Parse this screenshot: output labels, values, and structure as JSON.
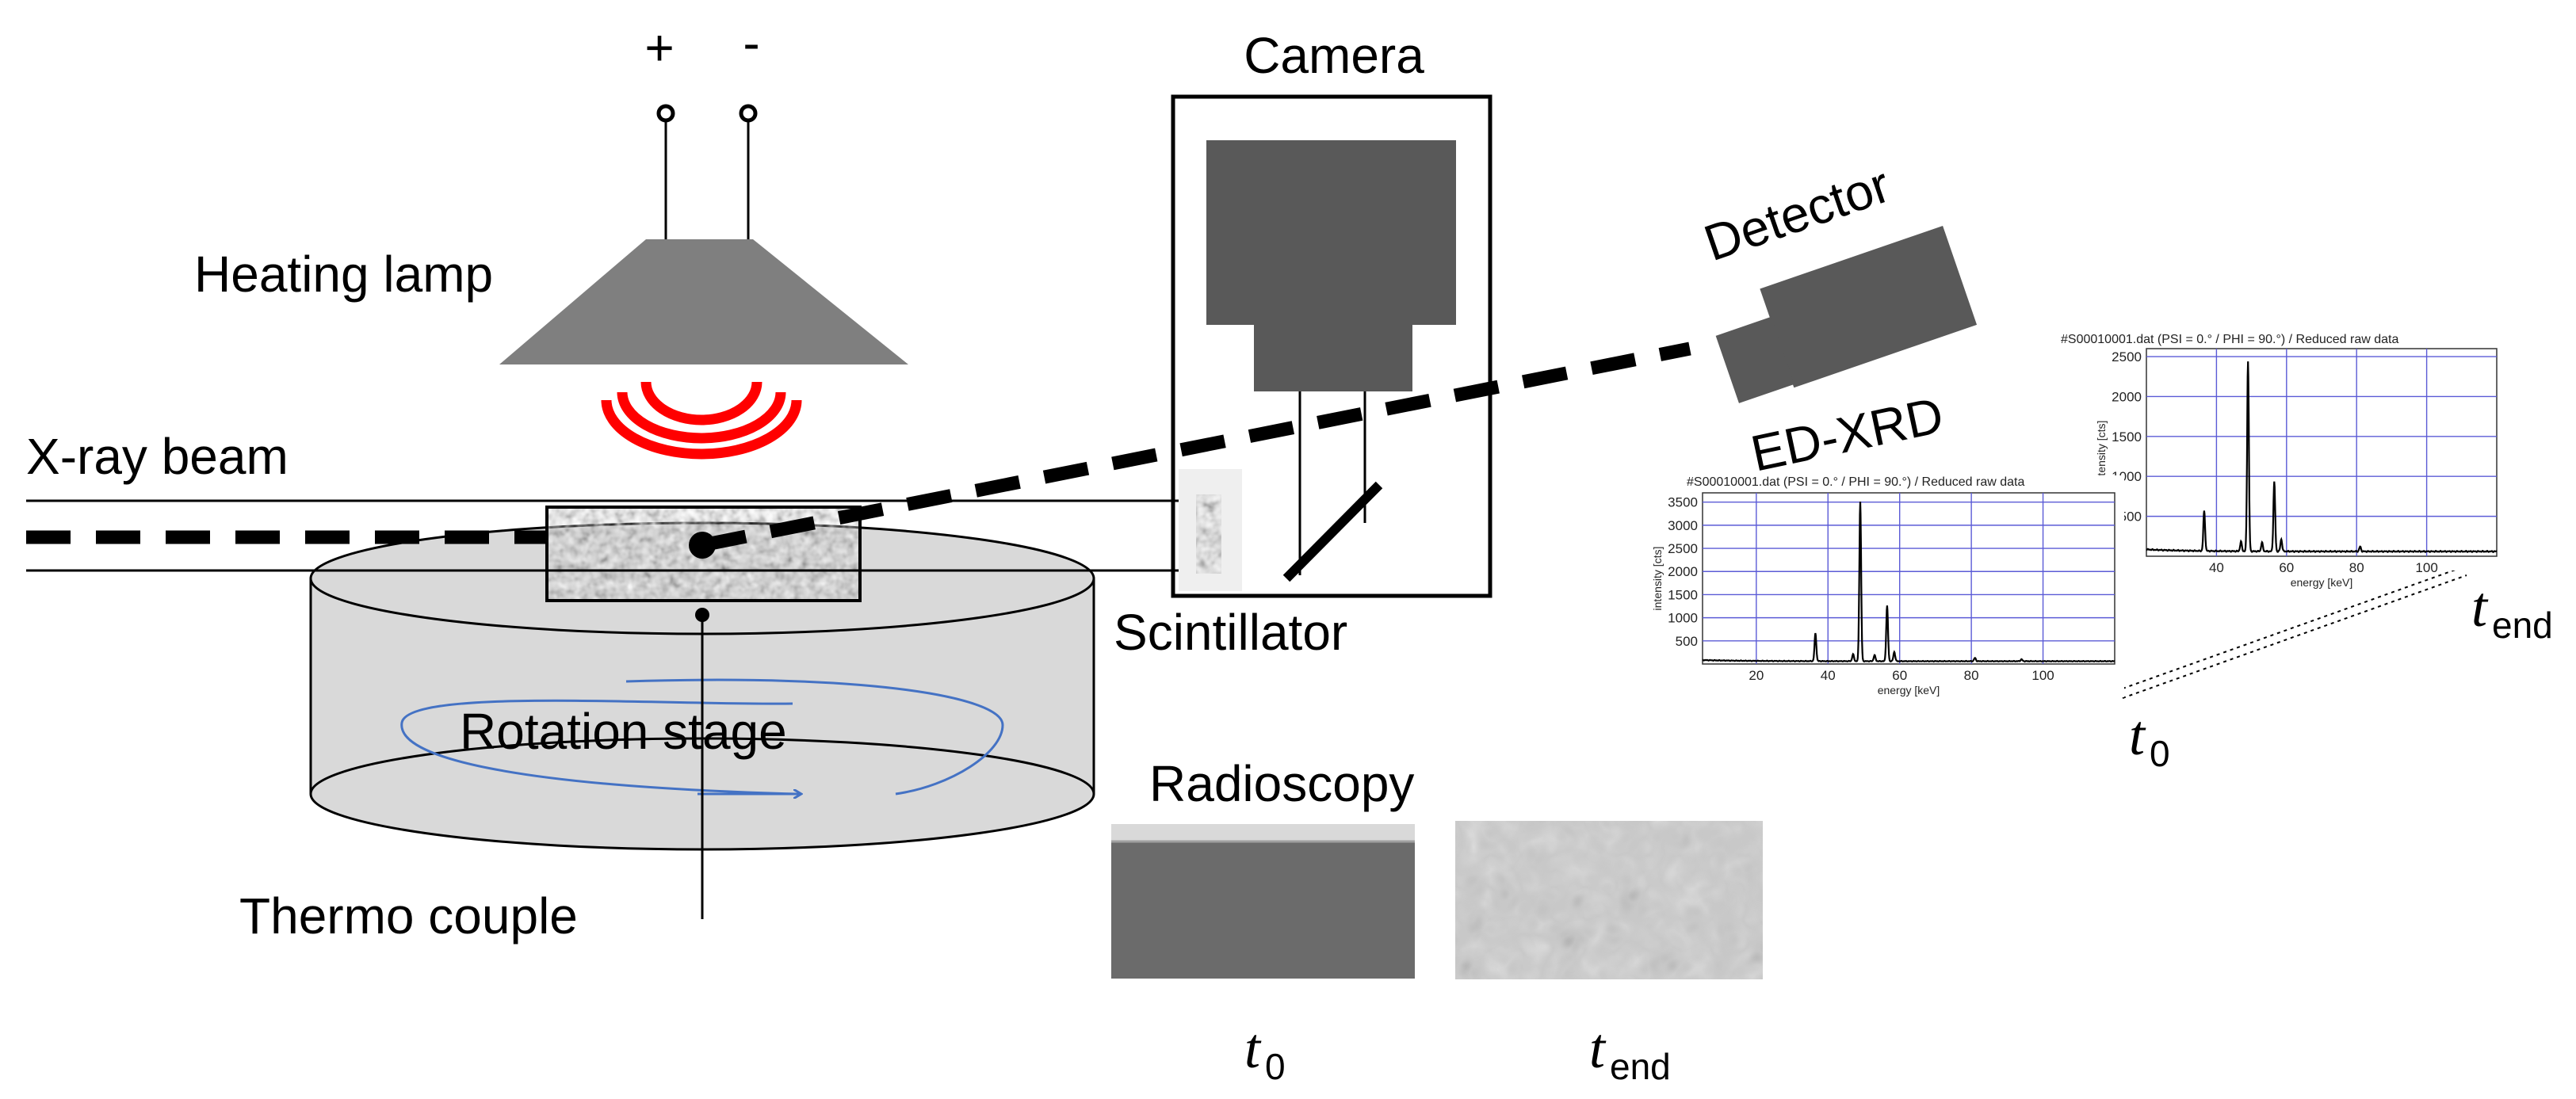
{
  "labels": {
    "plus": "+",
    "minus": "-",
    "heating_lamp": "Heating lamp",
    "camera": "Camera",
    "detector": "Detector",
    "ed_xrd": "ED-XRD",
    "xray_beam": "X-ray beam",
    "scintillator": "Scintillator",
    "rotation_stage": "Rotation stage",
    "thermo_couple": "Thermo couple",
    "radioscopy": "Radioscopy",
    "t_letter": "t",
    "sub_0": "0",
    "sub_end": "end"
  },
  "colors": {
    "lamp": "#7f7f7f",
    "camera": "#595959",
    "heat_waves": "#ff0000",
    "rotation_arrow": "#4472c4",
    "stage": "#d9d9d9",
    "plot_grid": "#5b5bd6"
  },
  "chart_data": [
    {
      "type": "line",
      "title": "#S00010001.dat (PSI = 0.° / PHI = 90.°) / Reduced raw data",
      "xlabel": "energy [keV]",
      "ylabel": "intensity [cts]",
      "xlim": [
        5,
        120
      ],
      "ylim": [
        0,
        3700
      ],
      "xticks": [
        20,
        40,
        60,
        80,
        100
      ],
      "yticks": [
        500,
        1000,
        1500,
        2000,
        2500,
        3000,
        3500
      ],
      "grid": true,
      "baseline": 60,
      "peaks": [
        [
          36.5,
          600
        ],
        [
          47,
          150
        ],
        [
          49,
          3450
        ],
        [
          53,
          130
        ],
        [
          56.5,
          1200
        ],
        [
          58.5,
          200
        ],
        [
          81,
          70
        ],
        [
          94,
          40
        ]
      ]
    },
    {
      "type": "line",
      "title": "#S00010001.dat (PSI = 0.° / PHI = 90.°) / Reduced raw data",
      "xlabel": "energy [keV]",
      "ylabel": "intensity [cts]",
      "xlim": [
        20,
        120
      ],
      "ylim": [
        0,
        2600
      ],
      "xticks": [
        40,
        60,
        80,
        100
      ],
      "yticks": [
        500,
        1000,
        1500,
        2000,
        2500
      ],
      "grid": true,
      "baseline": 60,
      "peaks": [
        [
          36.5,
          500
        ],
        [
          47,
          120
        ],
        [
          49,
          2380
        ],
        [
          53,
          110
        ],
        [
          56.5,
          870
        ],
        [
          58.5,
          150
        ],
        [
          81,
          60
        ]
      ]
    }
  ]
}
